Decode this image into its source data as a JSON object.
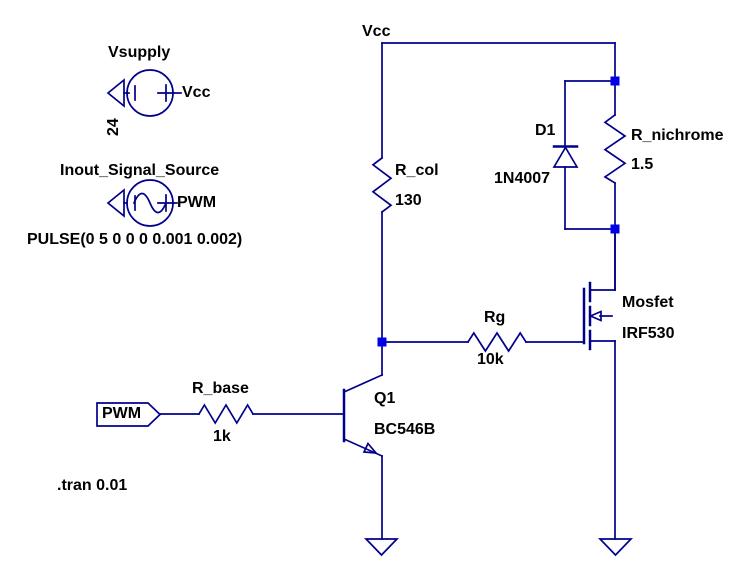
{
  "colors": {
    "wire": "#00008B",
    "junction": "#0000E6",
    "text": "#000000",
    "background": "#FFFFFF"
  },
  "directive": ".tran 0.01",
  "rail": {
    "net_label": "Vcc"
  },
  "components": {
    "vsupply": {
      "name": "Vsupply",
      "value": "24",
      "net_label": "Vcc"
    },
    "signal_source": {
      "name": "Inout_Signal_Source",
      "net_label": "PWM",
      "pulse": "PULSE(0 5 0 0 0 0.001 0.002)"
    },
    "r_col": {
      "name": "R_col",
      "value": "130"
    },
    "r_nichrome": {
      "name": "R_nichrome",
      "value": "1.5"
    },
    "d1": {
      "name": "D1",
      "value": "1N4007"
    },
    "mosfet": {
      "name": "Mosfet",
      "value": "IRF530"
    },
    "rg": {
      "name": "Rg",
      "value": "10k"
    },
    "q1": {
      "name": "Q1",
      "value": "BC546B"
    },
    "r_base": {
      "name": "R_base",
      "value": "1k"
    },
    "input_port": {
      "label": "PWM"
    }
  }
}
